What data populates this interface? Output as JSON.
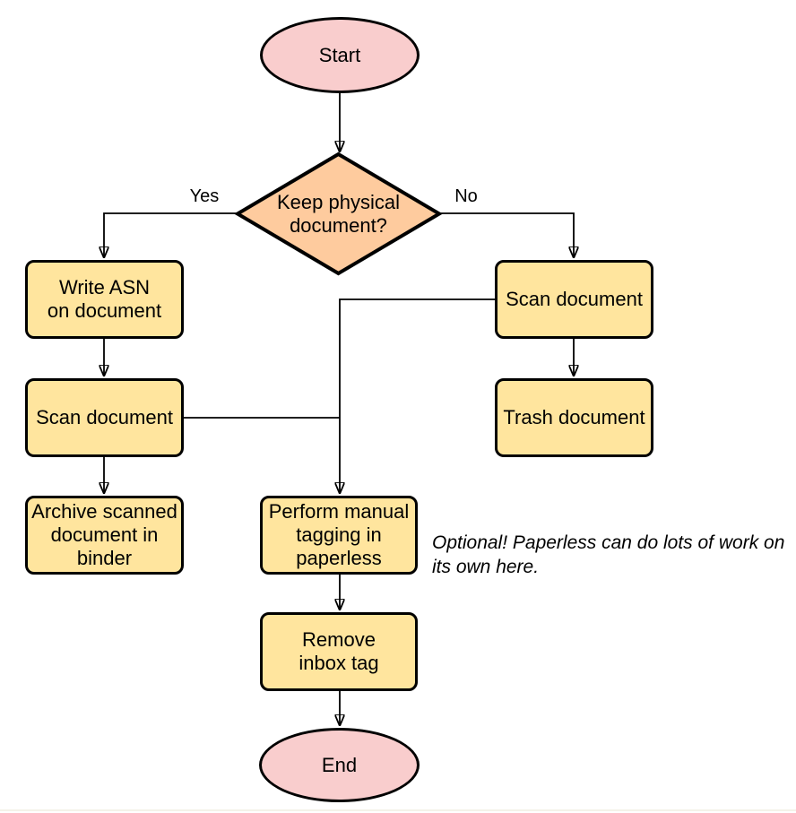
{
  "diagram": {
    "nodes": {
      "start": {
        "type": "terminator",
        "label": "Start"
      },
      "decision": {
        "type": "decision",
        "label": "Keep physical\ndocument?"
      },
      "write_asn": {
        "type": "process",
        "label": "Write ASN\non document"
      },
      "scan_left": {
        "type": "process",
        "label": "Scan document"
      },
      "archive": {
        "type": "process",
        "label": "Archive scanned\ndocument in\nbinder"
      },
      "scan_right": {
        "type": "process",
        "label": "Scan document"
      },
      "trash": {
        "type": "process",
        "label": "Trash document"
      },
      "tagging": {
        "type": "process",
        "label": "Perform manual\ntagging in\npaperless"
      },
      "remove_inbox": {
        "type": "process",
        "label": "Remove\ninbox tag"
      },
      "end": {
        "type": "terminator",
        "label": "End"
      }
    },
    "edges": [
      {
        "from": "start",
        "to": "decision",
        "label": ""
      },
      {
        "from": "decision",
        "to": "write_asn",
        "label": "Yes"
      },
      {
        "from": "decision",
        "to": "scan_right",
        "label": "No"
      },
      {
        "from": "write_asn",
        "to": "scan_left",
        "label": ""
      },
      {
        "from": "scan_left",
        "to": "archive",
        "label": ""
      },
      {
        "from": "scan_left",
        "to": "tagging",
        "label": ""
      },
      {
        "from": "scan_right",
        "to": "trash",
        "label": ""
      },
      {
        "from": "scan_right",
        "to": "tagging",
        "label": ""
      },
      {
        "from": "tagging",
        "to": "remove_inbox",
        "label": ""
      },
      {
        "from": "remove_inbox",
        "to": "end",
        "label": ""
      }
    ],
    "note": {
      "text": "Optional! Paperless can do lots of work on\nits own here."
    },
    "colors": {
      "terminator_fill": "#f9cdcd",
      "decision_fill": "#fecb9e",
      "process_fill": "#ffe59e",
      "stroke": "#000000",
      "text": "#000000",
      "bottom_border": "#f4f2e9"
    }
  }
}
